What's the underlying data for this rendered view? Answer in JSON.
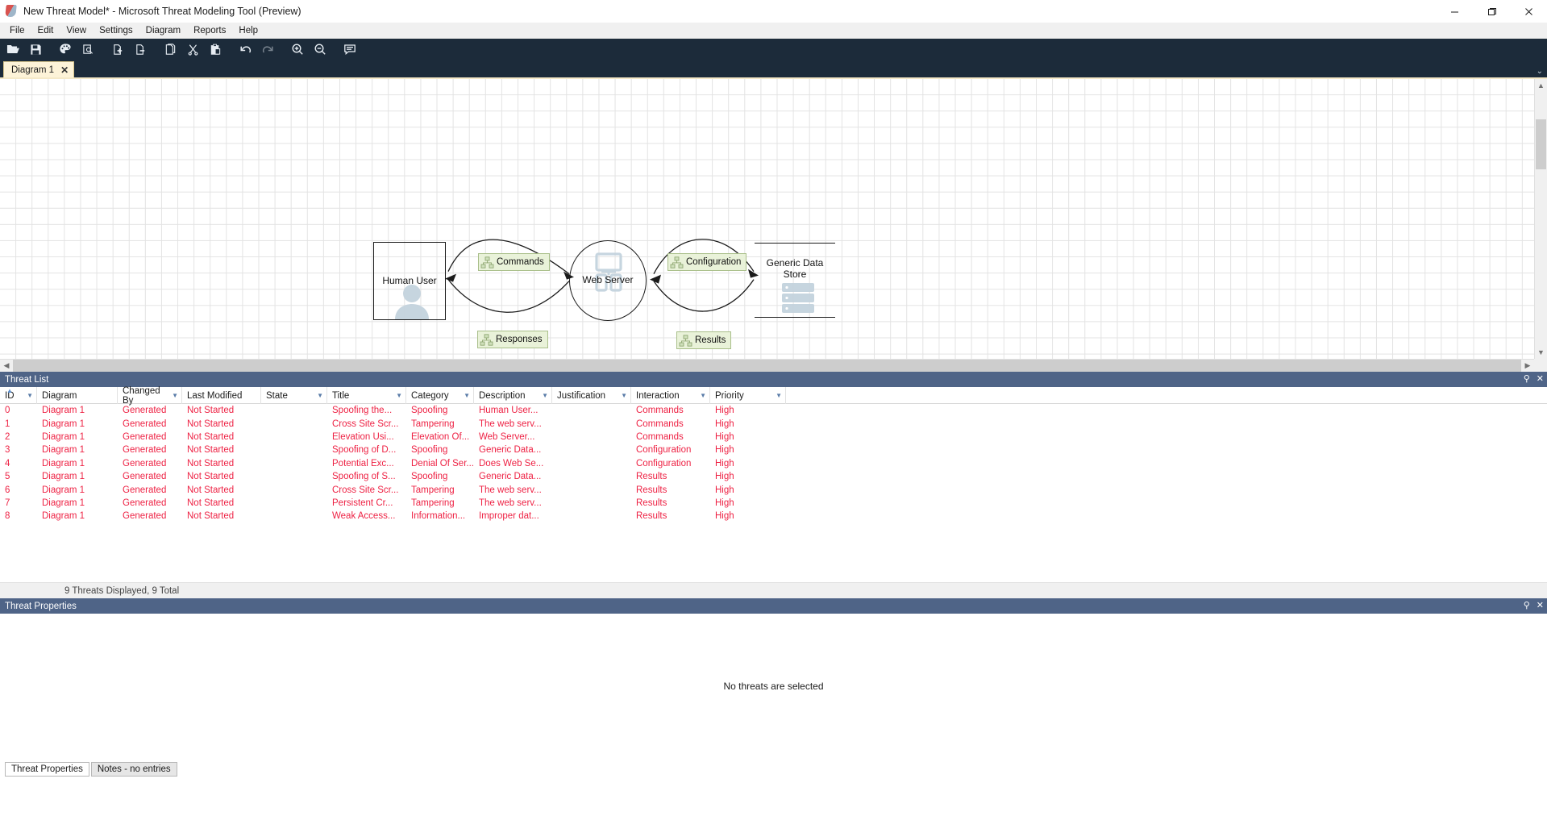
{
  "window": {
    "title": "New Threat Model* - Microsoft Threat Modeling Tool  (Preview)",
    "minimize": "—",
    "maximize": "❐",
    "close": "✕"
  },
  "menubar": {
    "items": [
      {
        "label": "File"
      },
      {
        "label": "Edit"
      },
      {
        "label": "View"
      },
      {
        "label": "Settings"
      },
      {
        "label": "Diagram"
      },
      {
        "label": "Reports"
      },
      {
        "label": "Help"
      }
    ]
  },
  "toolbar": {
    "buttons": [
      {
        "name": "open-icon",
        "title": "Open"
      },
      {
        "name": "save-icon",
        "title": "Save"
      },
      {
        "name": "palette-icon",
        "title": "Template / Palette"
      },
      {
        "name": "analysis-view-icon",
        "title": "Analysis View"
      },
      {
        "name": "add-diagram-icon",
        "title": "Add Diagram"
      },
      {
        "name": "remove-diagram-icon",
        "title": "Delete Diagram"
      },
      {
        "name": "copy-icon",
        "title": "Copy"
      },
      {
        "name": "cut-icon",
        "title": "Cut"
      },
      {
        "name": "paste-icon",
        "title": "Paste"
      },
      {
        "name": "undo-icon",
        "title": "Undo"
      },
      {
        "name": "redo-icon",
        "title": "Redo"
      },
      {
        "name": "zoom-in-icon",
        "title": "Zoom In"
      },
      {
        "name": "zoom-out-icon",
        "title": "Zoom Out"
      },
      {
        "name": "notes-icon",
        "title": "Notes"
      }
    ]
  },
  "tabs": {
    "items": [
      {
        "label": "Diagram 1",
        "close": "✕",
        "active": true
      }
    ],
    "overflow_chevron": "⌄"
  },
  "diagram": {
    "nodes": [
      {
        "id": "human-user",
        "label": "Human User",
        "type": "external-entity",
        "glyph": "person-icon"
      },
      {
        "id": "web-server",
        "label": "Web Server",
        "type": "process",
        "glyph": "monitor-icon"
      },
      {
        "id": "generic-data-store",
        "label": "Generic Data Store",
        "type": "data-store",
        "glyph": "database-icon"
      }
    ],
    "flows": [
      {
        "id": "commands",
        "label": "Commands",
        "icon": "dataflow-icon"
      },
      {
        "id": "responses",
        "label": "Responses",
        "icon": "dataflow-icon"
      },
      {
        "id": "configuration",
        "label": "Configuration",
        "icon": "dataflow-icon"
      },
      {
        "id": "results",
        "label": "Results",
        "icon": "dataflow-icon"
      }
    ]
  },
  "threat_list": {
    "panel_title": "Threat List",
    "pin_icon": "⚲",
    "close_icon": "✕",
    "columns": [
      {
        "key": "id",
        "label": "ID",
        "width": 46,
        "filter": true,
        "sorted": true
      },
      {
        "key": "diagram",
        "label": "Diagram",
        "width": 100,
        "filter": false
      },
      {
        "key": "changed_by",
        "label": "Changed By",
        "width": 80,
        "filter": true
      },
      {
        "key": "last_modified",
        "label": "Last Modified",
        "width": 98,
        "filter": false
      },
      {
        "key": "state",
        "label": "State",
        "width": 82,
        "filter": true
      },
      {
        "key": "title",
        "label": "Title",
        "width": 98,
        "filter": true
      },
      {
        "key": "category",
        "label": "Category",
        "width": 84,
        "filter": true
      },
      {
        "key": "description",
        "label": "Description",
        "width": 97,
        "filter": true
      },
      {
        "key": "justification",
        "label": "Justification",
        "width": 98,
        "filter": true
      },
      {
        "key": "interaction",
        "label": "Interaction",
        "width": 98,
        "filter": true
      },
      {
        "key": "priority",
        "label": "Priority",
        "width": 94,
        "filter": true
      }
    ],
    "rows": [
      {
        "id": "0",
        "diagram": "Diagram 1",
        "changed_by": "Generated",
        "last_modified": "Not Started",
        "state": "",
        "title": "Spoofing the...",
        "category": "Spoofing",
        "description": "Human User...",
        "justification": "",
        "interaction": "Commands",
        "priority": "High"
      },
      {
        "id": "1",
        "diagram": "Diagram 1",
        "changed_by": "Generated",
        "last_modified": "Not Started",
        "state": "",
        "title": "Cross Site Scr...",
        "category": "Tampering",
        "description": "The web serv...",
        "justification": "",
        "interaction": "Commands",
        "priority": "High"
      },
      {
        "id": "2",
        "diagram": "Diagram 1",
        "changed_by": "Generated",
        "last_modified": "Not Started",
        "state": "",
        "title": "Elevation Usi...",
        "category": "Elevation Of...",
        "description": "Web Server...",
        "justification": "",
        "interaction": "Commands",
        "priority": "High"
      },
      {
        "id": "3",
        "diagram": "Diagram 1",
        "changed_by": "Generated",
        "last_modified": "Not Started",
        "state": "",
        "title": "Spoofing of D...",
        "category": "Spoofing",
        "description": "Generic Data...",
        "justification": "",
        "interaction": "Configuration",
        "priority": "High"
      },
      {
        "id": "4",
        "diagram": "Diagram 1",
        "changed_by": "Generated",
        "last_modified": "Not Started",
        "state": "",
        "title": "Potential Exc...",
        "category": "Denial Of Ser...",
        "description": "Does Web Se...",
        "justification": "",
        "interaction": "Configuration",
        "priority": "High"
      },
      {
        "id": "5",
        "diagram": "Diagram 1",
        "changed_by": "Generated",
        "last_modified": "Not Started",
        "state": "",
        "title": "Spoofing of S...",
        "category": "Spoofing",
        "description": "Generic Data...",
        "justification": "",
        "interaction": "Results",
        "priority": "High"
      },
      {
        "id": "6",
        "diagram": "Diagram 1",
        "changed_by": "Generated",
        "last_modified": "Not Started",
        "state": "",
        "title": "Cross Site Scr...",
        "category": "Tampering",
        "description": "The web serv...",
        "justification": "",
        "interaction": "Results",
        "priority": "High"
      },
      {
        "id": "7",
        "diagram": "Diagram 1",
        "changed_by": "Generated",
        "last_modified": "Not Started",
        "state": "",
        "title": "Persistent Cr...",
        "category": "Tampering",
        "description": "The web serv...",
        "justification": "",
        "interaction": "Results",
        "priority": "High"
      },
      {
        "id": "8",
        "diagram": "Diagram 1",
        "changed_by": "Generated",
        "last_modified": "Not Started",
        "state": "",
        "title": "Weak Access...",
        "category": "Information...",
        "description": "Improper dat...",
        "justification": "",
        "interaction": "Results",
        "priority": "High"
      }
    ],
    "status": "9 Threats Displayed, 9 Total"
  },
  "threat_properties": {
    "panel_title": "Threat Properties",
    "pin_icon": "⚲",
    "close_icon": "✕",
    "empty_message": "No threats are selected",
    "tabs": [
      {
        "label": "Threat Properties",
        "active": true
      },
      {
        "label": "Notes - no entries",
        "active": false
      }
    ]
  },
  "colors": {
    "toolbar_bg": "#1c2b3a",
    "panel_header_bg": "#4f6487",
    "threat_text": "#ee2244",
    "tab_active_bg": "#fdf3d8",
    "flow_label_bg": "#e9f2d9"
  }
}
